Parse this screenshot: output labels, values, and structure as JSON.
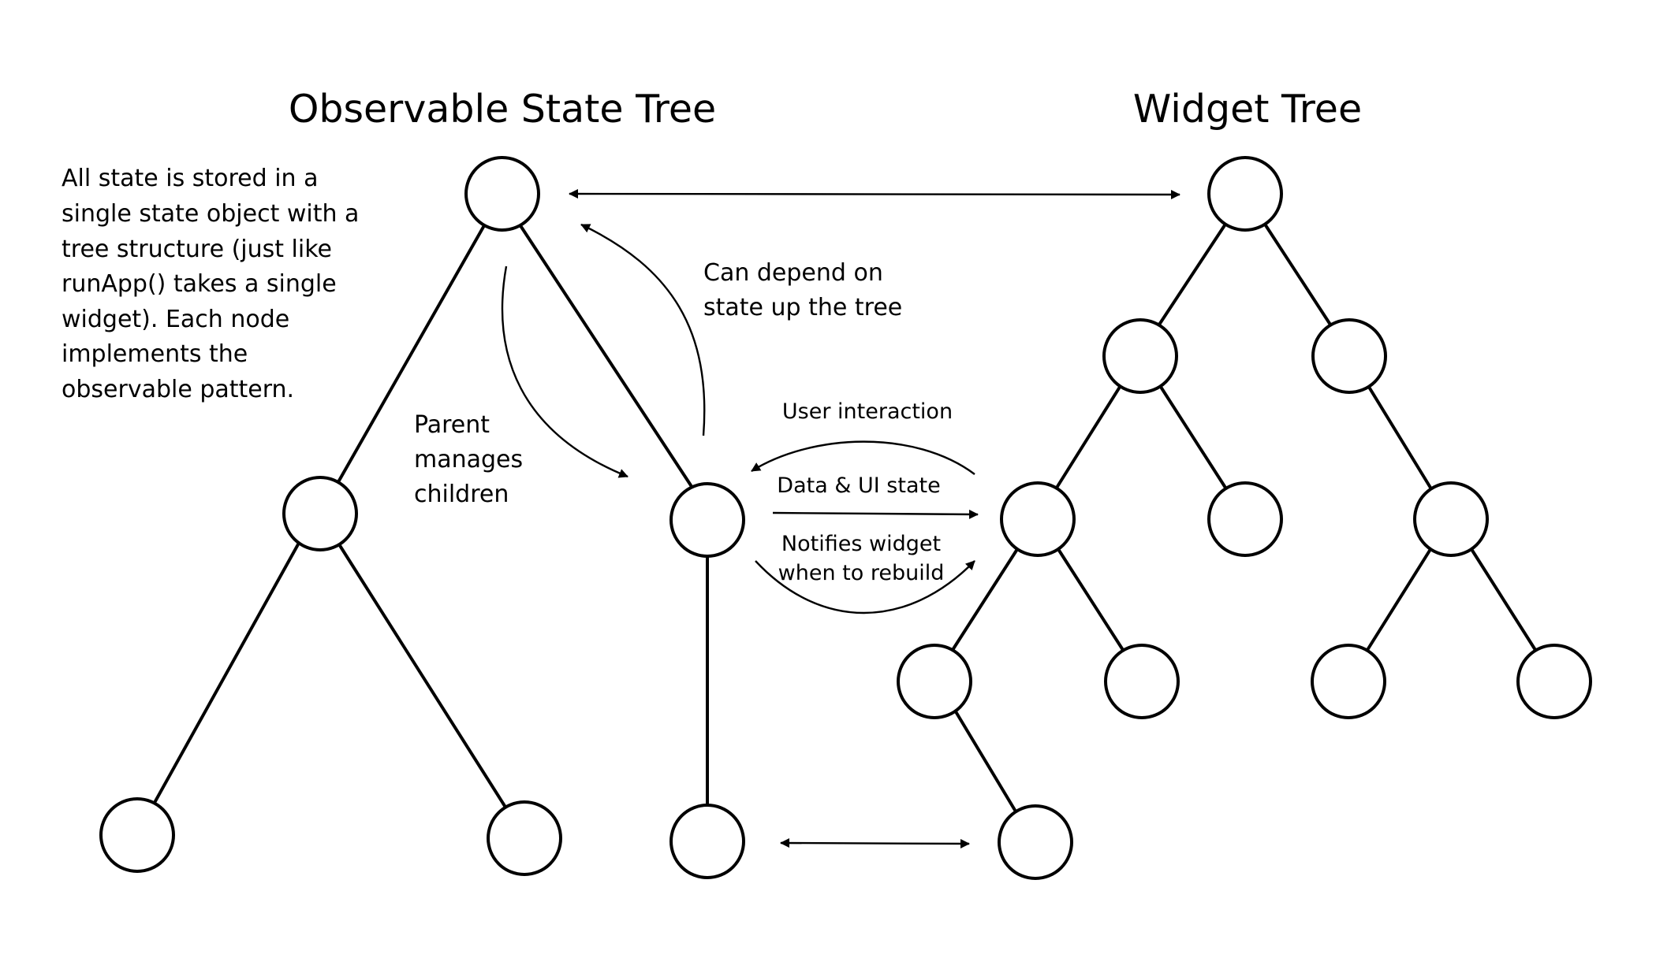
{
  "titles": {
    "state_tree": "Observable State Tree",
    "widget_tree": "Widget Tree"
  },
  "description": {
    "lines": [
      "All state is stored in a",
      "single state object with a",
      "tree structure (just like",
      "runApp() takes a single",
      "widget). Each node",
      "implements the",
      "observable pattern."
    ]
  },
  "annotations": {
    "parent_manages": [
      "Parent",
      "manages",
      "children"
    ],
    "depend_up": [
      "Can depend on",
      "state up the tree"
    ],
    "user_interaction": "User interaction",
    "data_ui_state": "Data & UI state",
    "notifies": [
      "Notifies widget",
      "when to rebuild"
    ]
  }
}
